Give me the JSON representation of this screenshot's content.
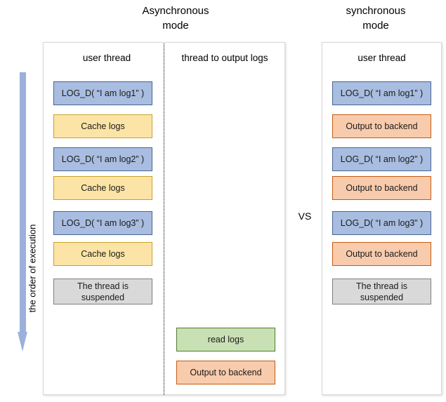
{
  "titles": {
    "async": "Asynchronous\nmode",
    "sync": "synchronous\nmode"
  },
  "vs_label": "VS",
  "order_axis": {
    "label": "the order of execution",
    "arrow_color": "#9CB0DB",
    "direction": "down"
  },
  "colors": {
    "log_fill": "#A8BDE0",
    "log_border": "#4A6591",
    "cache_fill": "#FCE4A6",
    "cache_border": "#C9A227",
    "output_fill": "#F8CBAD",
    "output_border": "#C55A11",
    "read_fill": "#C9E0B4",
    "read_border": "#4E7B2E",
    "suspend_fill": "#D9D9D9",
    "suspend_border": "#7F7F7F",
    "panel_border": "#D9D9D9"
  },
  "async_panel": {
    "columns": {
      "user_thread_header": "user thread",
      "output_logs_header": "thread to output logs"
    },
    "user_thread_steps": [
      {
        "text": "LOG_D( “I am log1” )",
        "kind": "log"
      },
      {
        "text": "Cache logs",
        "kind": "cache"
      },
      {
        "text": "LOG_D( “I am log2” )",
        "kind": "log"
      },
      {
        "text": "Cache logs",
        "kind": "cache"
      },
      {
        "text": "LOG_D( “I am log3” )",
        "kind": "log"
      },
      {
        "text": "Cache logs",
        "kind": "cache"
      },
      {
        "text": "The thread is\nsuspended",
        "kind": "suspend"
      }
    ],
    "output_logs_steps": [
      {
        "text": "read logs",
        "kind": "read"
      },
      {
        "text": "Output to backend",
        "kind": "output"
      }
    ]
  },
  "sync_panel": {
    "columns": {
      "user_thread_header": "user thread"
    },
    "user_thread_steps": [
      {
        "text": "LOG_D( “I am log1” )",
        "kind": "log"
      },
      {
        "text": "Output to backend",
        "kind": "output"
      },
      {
        "text": "LOG_D( “I am log2” )",
        "kind": "log"
      },
      {
        "text": "Output to backend",
        "kind": "output"
      },
      {
        "text": "LOG_D( “I am log3” )",
        "kind": "log"
      },
      {
        "text": "Output to backend",
        "kind": "output"
      },
      {
        "text": "The thread is\nsuspended",
        "kind": "suspend"
      }
    ]
  }
}
